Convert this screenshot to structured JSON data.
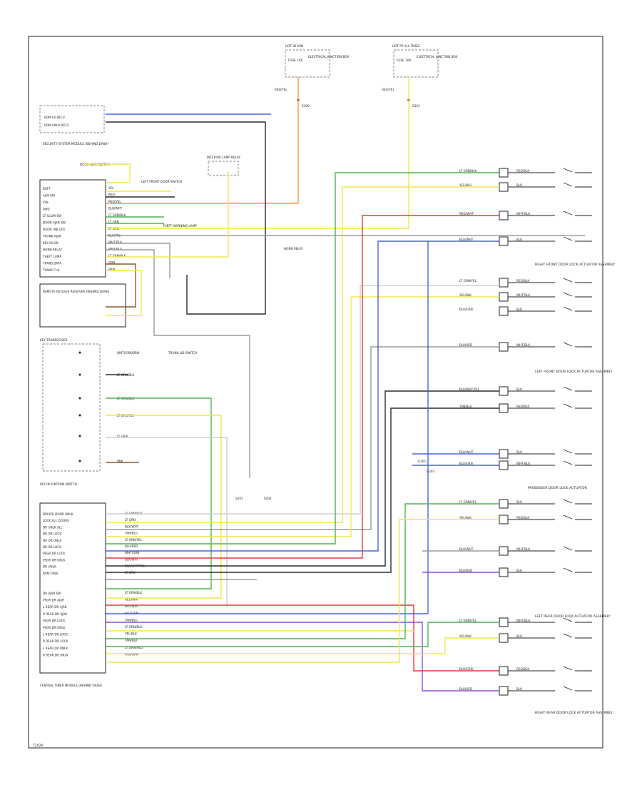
{
  "diagram": {
    "footer_code": "T2026",
    "colors": {
      "black": "#2b2b2b",
      "gray": "#9a9a9a",
      "yellow": "#f2e64a",
      "green": "#4fb44f",
      "orange": "#f39a3d",
      "red": "#e23b3b",
      "blue": "#4a63e0",
      "violet": "#8b4fd6",
      "brown": "#8a5a2b",
      "white": "#cfcfcf"
    },
    "top_fuses": [
      {
        "header": "HOT IN RUN",
        "fuse": "FUSE 10A",
        "note": "ELECTRICAL JUNCTION BOX",
        "wire": "RED/YEL",
        "splice": "S300"
      },
      {
        "header": "HOT AT ALL TIMES",
        "fuse": "FUSE 10A",
        "note": "ELECTRICAL JUNCTION BOX",
        "wire": "BLK/YEL",
        "splice": "S303"
      }
    ],
    "components": {
      "security_module": "SECURITY SYSTEM MODULE (BEHIND DASH)",
      "door_ajar_switch": "DOOR AJAR SWITCH",
      "left_door_switch": "LEFT FRONT DOOR SWITCH",
      "interior_lamp": "INTERIOR LAMP RELAY",
      "remote_receiver": "REMOTE KEYLESS RECEIVER (BEHIND DASH)",
      "key_transceiver": "KEY TRANSCEIVER",
      "key_in_switch": "KEY IN IGNITION SWITCH",
      "trunk_switch": "TRUNK LID SWITCH",
      "central_module": "CENTRAL TIMER MODULE (BEHIND DASH)",
      "horn_relay": "HORN RELAY",
      "theft_lamp": "THEFT WARNING LAMP",
      "left_front_actuator": "LEFT FRONT DOOR LOCK ACTUATOR ASSEMBLY",
      "right_front_actuator": "RIGHT FRONT DOOR LOCK ACTUATOR ASSEMBLY",
      "left_rear_actuator": "LEFT REAR DOOR LOCK ACTUATOR ASSEMBLY",
      "right_rear_actuator": "RIGHT REAR DOOR LOCK ACTUATOR ASSEMBLY",
      "passenger_actuator": "PASSENGER DOOR LOCK ACTUATOR",
      "ground": "G201",
      "ground2": "G203",
      "s_splice1": "S201",
      "s_splice2": "S202"
    },
    "security_module_pins": [
      "RDM LK RECV",
      "RDM UNLK RECV"
    ],
    "key_pins": [
      "BATT",
      "ALM SW",
      "IGN",
      "GND",
      "LT ILLUM SW",
      "DOOR AJAR SW",
      "DOOR UNLOCK",
      "TRUNK AJAR",
      "KEY IN SW",
      "HORN RELAY",
      "THEFT LAMP",
      "TRANS DATA",
      "TRANS CLK"
    ],
    "key_wire_colors": [
      "YEL",
      "RED",
      "RED/YEL",
      "BLK/WHT",
      "LT GRN/BLK",
      "LT GRN",
      "LT GRN",
      "BLK/YEL",
      "WHT/BLK",
      "WHT/BLK",
      "LT GRN/BLK",
      "GRN",
      "BRN"
    ],
    "transceiver_labels": [
      "WHT/GRN/BRN",
      "LT GRN/BLK",
      "LT GRN/BLK",
      "LT GRN/YEL",
      "LT GRN",
      "PNK"
    ],
    "central_pins_upper": [
      "DRIVER DOOR UNLK",
      "LOCK ALL DOORS",
      "DR UNLK ALL",
      "DR DR LOCK",
      "DR DR UNLK",
      "DR DR LOCK",
      "PSGR DR LOCK",
      "PSGR DR UNLK",
      "DR UNLK",
      "REM UNLK"
    ],
    "central_pins_lower": [
      "DR AJAR SW",
      "PSGR DR AJAR",
      "L REAR DR AJAR",
      "R REAR DR AJAR",
      "PSGR DR LOCK",
      "PSGR DR UNLK",
      "L REAR DR LOCK",
      "R REAR DR LOCK",
      "L REAR DR UNLK",
      "R REAR DR UNLK"
    ],
    "central_wires_upper": [
      "LT GRN/BLK",
      "LT GRN",
      "BLK/WHT",
      "TAN/BLU",
      "LT GRN/YEL",
      "BLU/RED",
      "WHT/GRN",
      "BLK/WHT",
      "BLK/WHT/YEL",
      "LT GRN"
    ],
    "central_wires_lower": [
      "LT GRN/BLK",
      "RED/WHT",
      "BLU/WHT",
      "BLU/GRN",
      "TAN/BLU",
      "LT GRN/BLK",
      "YEL/BLK",
      "TAN/BLK",
      "LT GRN/RED",
      "TAN/GRN"
    ],
    "right_wire_labels": [
      "LT GRN/BLK",
      "YEL/BLU",
      "RED/WHT",
      "BLU/WHT",
      "LT GRN/YEL",
      "YEL/BLK",
      "BLU/GRN",
      "BLU/RED",
      "BLK/WHT/YEL",
      "TAN/BLU",
      "BLU/WHT",
      "BLU/GRN",
      "LT GRN/YEL",
      "YEL/BLK",
      "BLU/WHT",
      "BLU/RED",
      "LT GRN/YEL",
      "YEL/BLK",
      "BLU/GRN",
      "BLU/RED"
    ],
    "right_small_labels": [
      "RED/BLK",
      "BLK",
      "WHT/BLK",
      "BLK",
      "RED/BLK",
      "WHT/BLK",
      "BLK",
      "WHT/BLK",
      "BLK"
    ]
  }
}
